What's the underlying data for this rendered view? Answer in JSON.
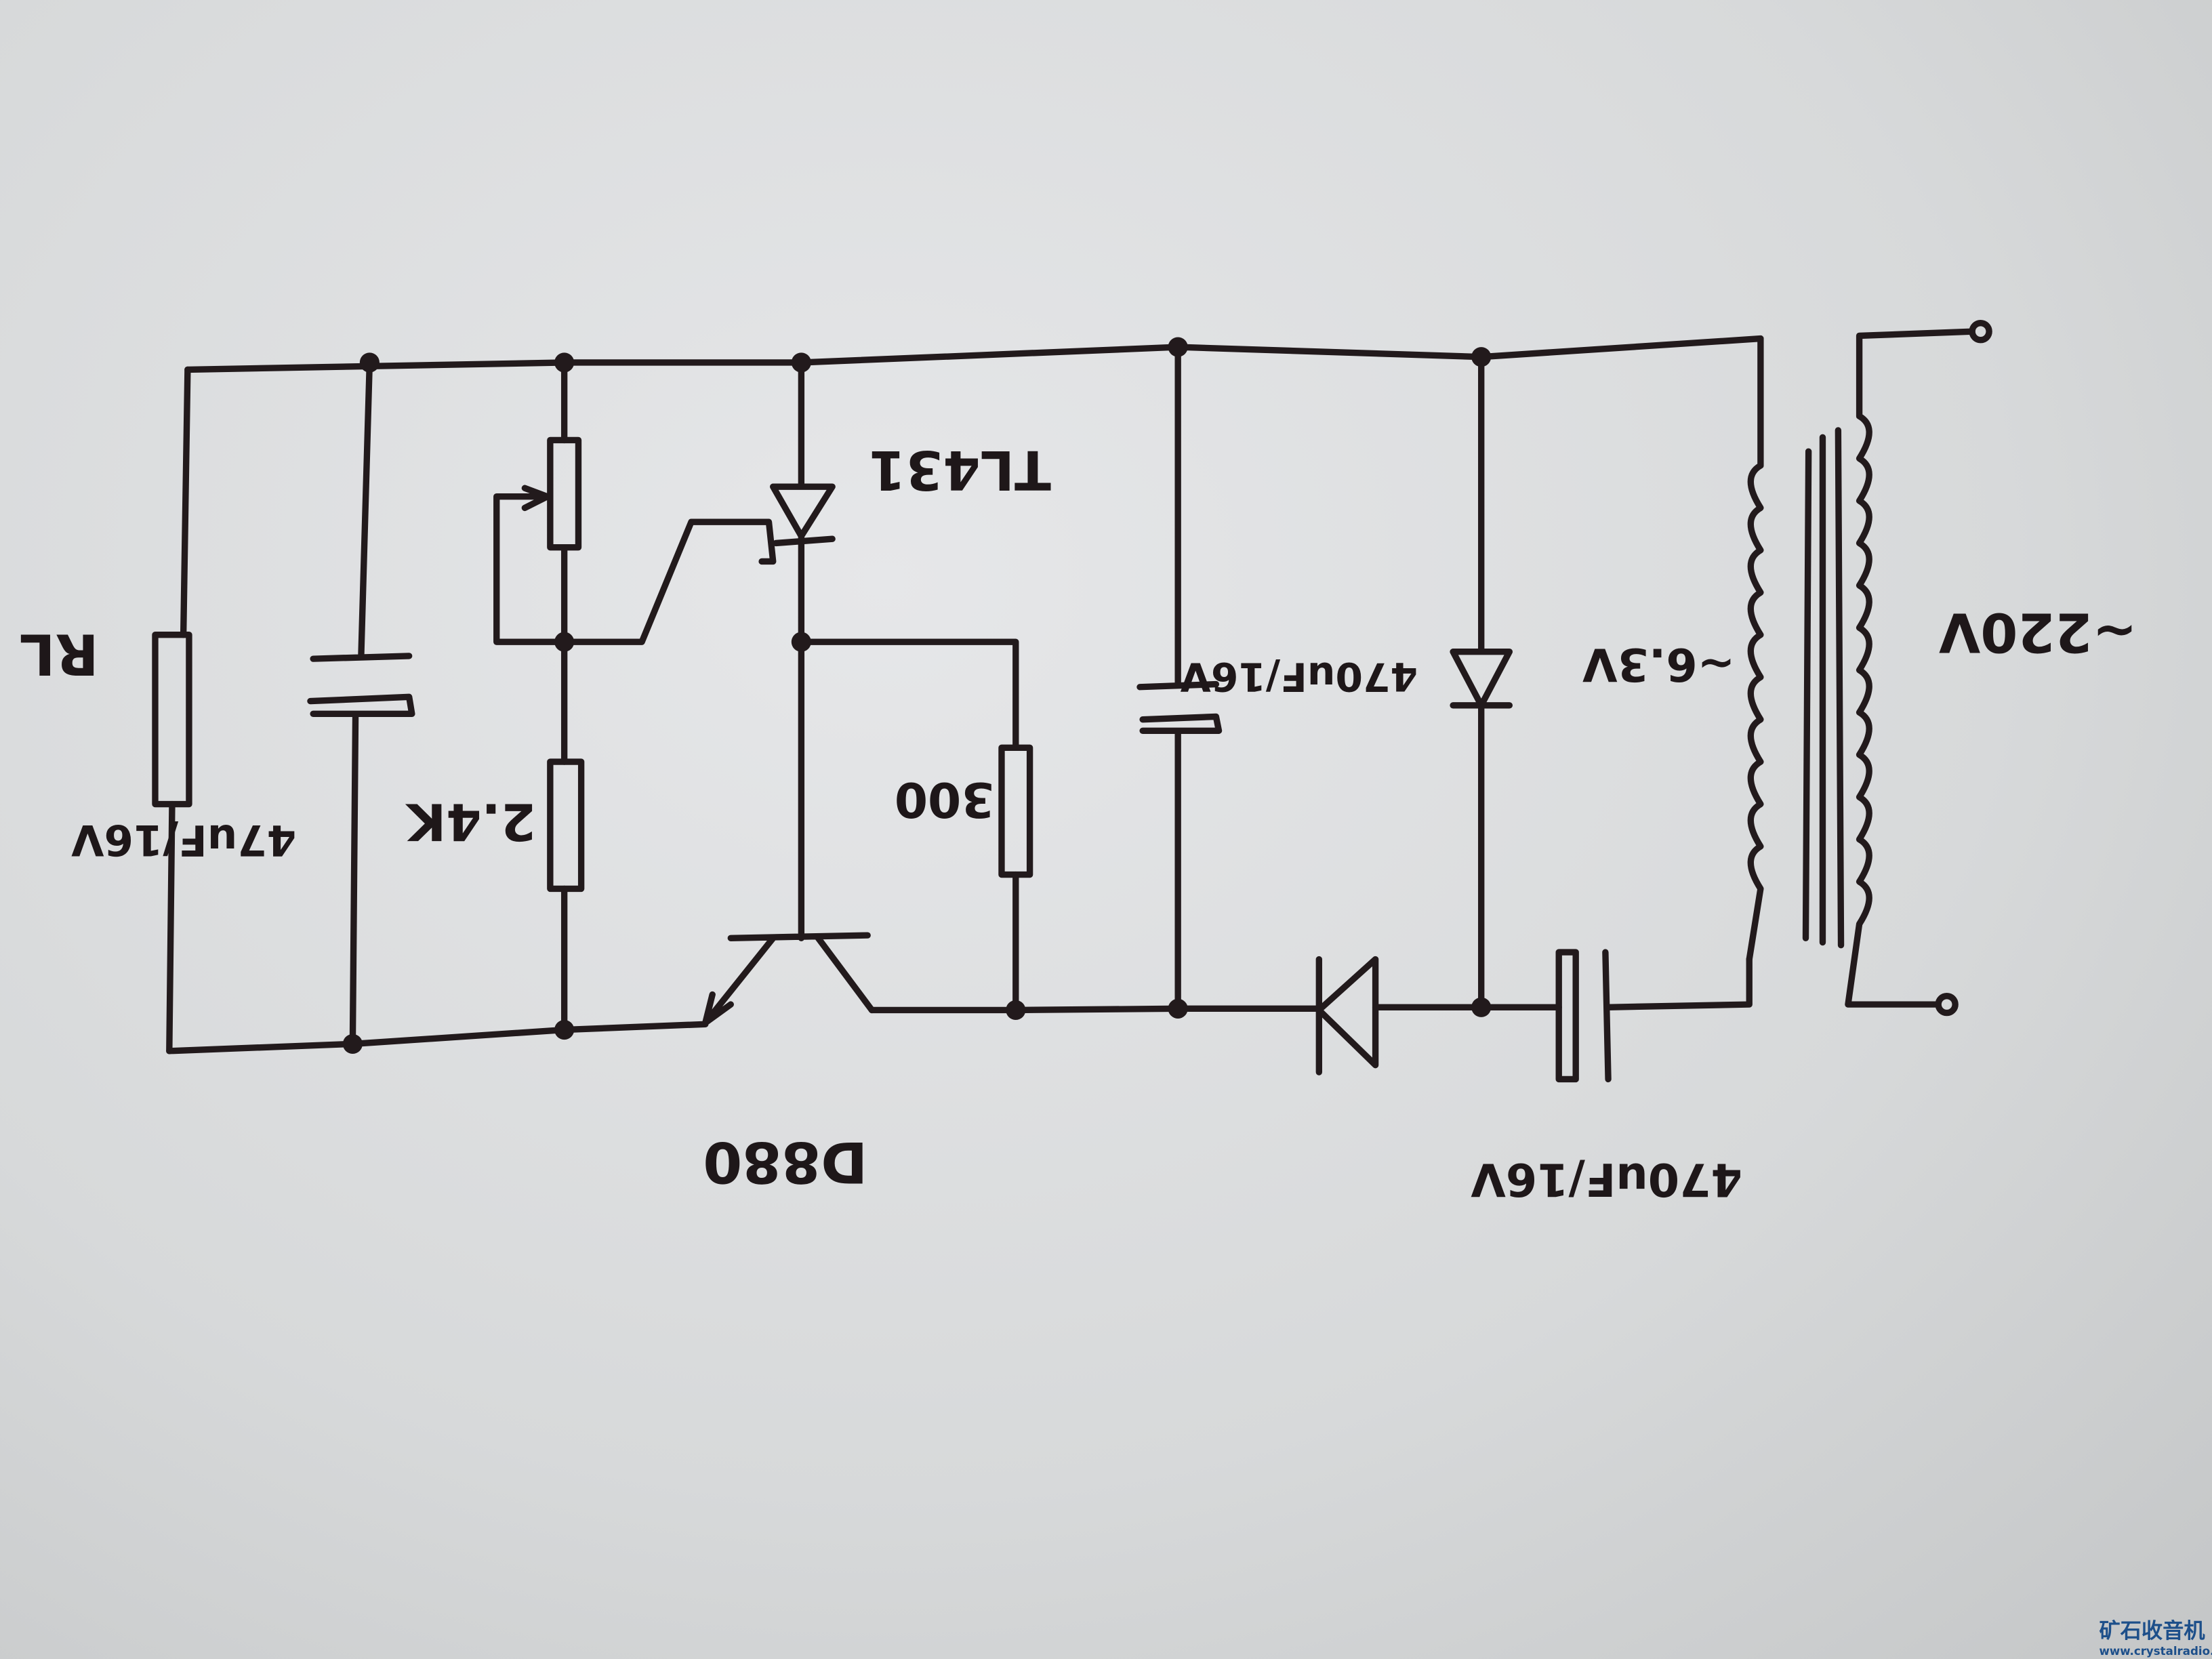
{
  "labels": {
    "load": "RL",
    "cap_left": "47uF/16V",
    "resistor_24k": "2.4K",
    "regulator": "TL431",
    "resistor_300": "300",
    "cap_mid": "470uF/16V",
    "transistor": "D880",
    "secondary_voltage": "~6.3V",
    "primary_voltage": "~220V",
    "cap_bottom": "470uF/16V"
  },
  "watermark": {
    "title": "矿石收音机",
    "url": "www.crystalradio.cn"
  },
  "colors": {
    "ink": "#221a1c",
    "paper": "#dcdedf",
    "watermark": "#1d4f8a"
  }
}
